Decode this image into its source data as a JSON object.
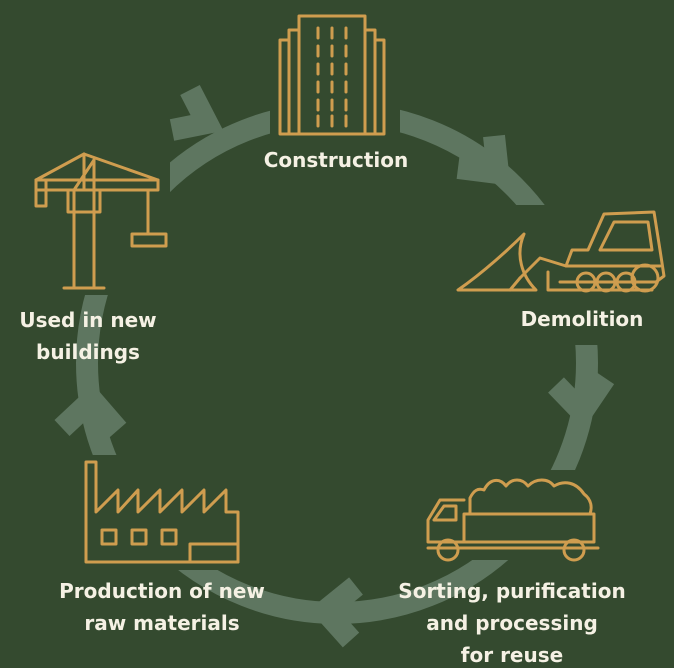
{
  "colors": {
    "background": "#344a2f",
    "ring": "#5e7660",
    "icon": "#cf9d4f",
    "text": "#f5f1e4"
  },
  "stages": [
    {
      "icon": "building-icon",
      "lines": [
        "Construction"
      ]
    },
    {
      "icon": "bulldozer-icon",
      "lines": [
        "Demolition"
      ]
    },
    {
      "icon": "dump-truck-icon",
      "lines": [
        "Sorting, purification",
        "and processing",
        "for reuse"
      ]
    },
    {
      "icon": "factory-icon",
      "lines": [
        "Production of new",
        "raw materials"
      ]
    },
    {
      "icon": "crane-icon",
      "lines": [
        "Used in new",
        "buildings"
      ]
    }
  ]
}
